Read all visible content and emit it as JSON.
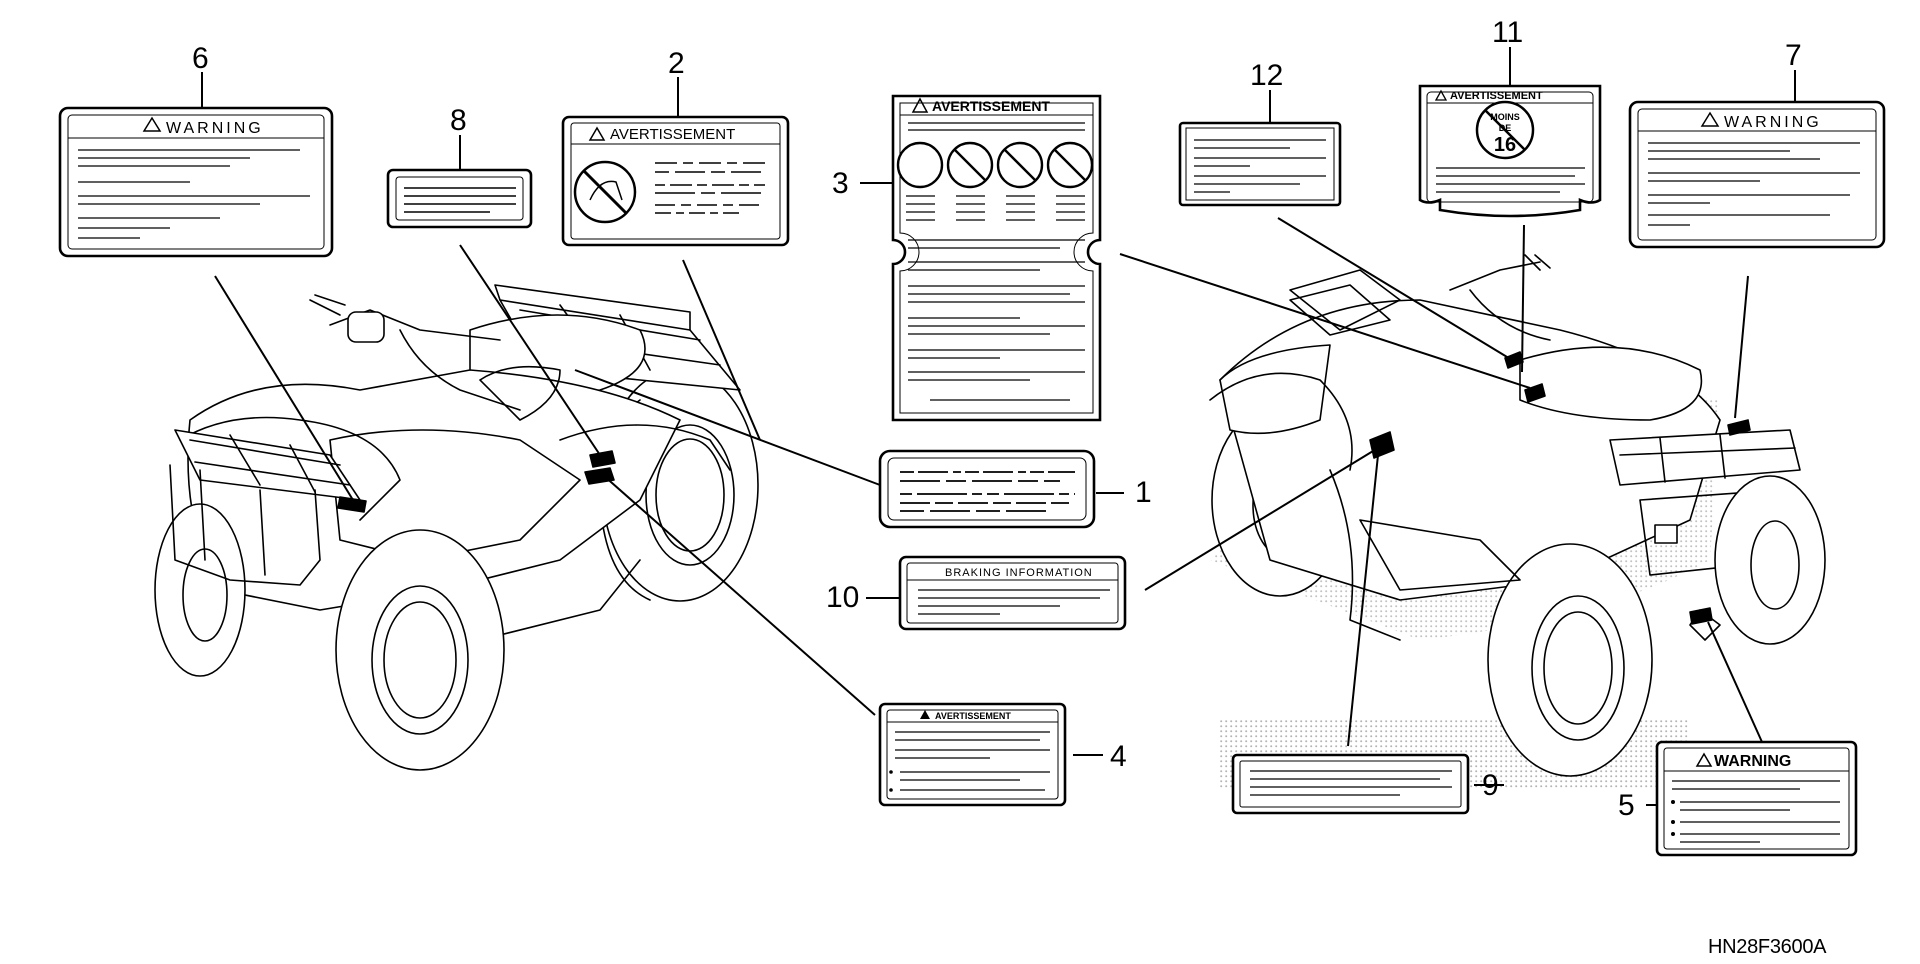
{
  "diagram": {
    "callouts": [
      "1",
      "2",
      "3",
      "4",
      "5",
      "6",
      "7",
      "8",
      "9",
      "10",
      "11",
      "12"
    ],
    "labels": {
      "warning_6": "WARNING",
      "avert_2": "AVERTISSEMENT",
      "avert_3": "AVERTISSEMENT",
      "avert_4": "AVERTISSEMENT",
      "warning_5": "WARNING",
      "avert_11": "AVERTISSEMENT",
      "moins_11": "MOINS",
      "de_11": "DE",
      "sixteen_11": "16",
      "warning_7": "WARNING",
      "braking_10": "BRAKING INFORMATION"
    },
    "code": "HN28F3600A"
  }
}
